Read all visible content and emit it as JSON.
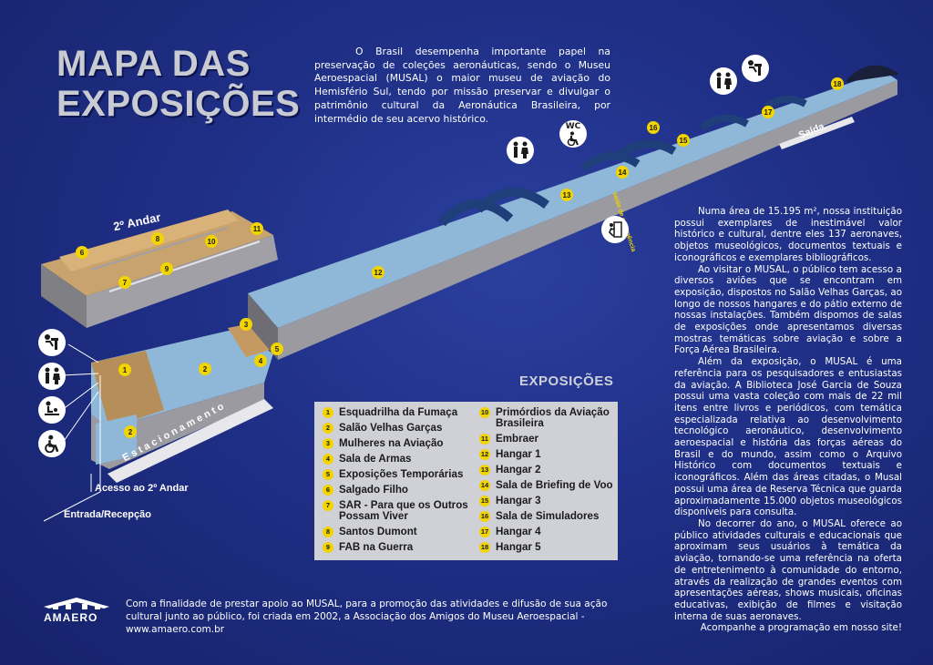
{
  "title": {
    "line1": "MAPA DAS",
    "line2": "EXPOSIÇÕES"
  },
  "intro": "O Brasil desempenha importante papel na preservação de coleções aeronáuticas, sendo o Museu Aeroespacial (MUSAL) o maior museu de aviação do Hemisfério Sul, tendo por missão preservar e divulgar o patrimônio cultural da Aeronáutica Brasileira, por intermédio de seu acervo histórico.",
  "body_paragraphs": [
    "Numa área de 15.195 m², nossa instituição possui exemplares de inestimável valor histórico e cultural, dentre eles 137 aeronaves, objetos museológicos, documentos textuais e iconográficos e exemplares bibliográficos.",
    "Ao visitar o MUSAL, o público tem acesso a diversos aviões que se encontram em exposição, dispostos no Salão Velhas Garças, ao longo de nossos hangares e do pátio externo de nossas instalações. Também dispomos de salas de exposições onde apresentamos diversas mostras temáticas sobre aviação e sobre a Força Aérea Brasileira.",
    "Além da exposição, o MUSAL é uma referência para os pesquisadores e entusiastas da aviação. A Biblioteca José Garcia de Souza possui uma vasta coleção com mais de 22 mil itens entre livros e periódicos, com temática especializada relativa ao desenvolvimento tecnológico aeronáutico, desenvolvimento aeroespacial e história das forças aéreas do Brasil e do mundo, assim como o Arquivo Histórico com documentos textuais e iconográficos. Além das áreas citadas, o Musal possui uma área de Reserva Técnica que guarda aproximadamente 15.000 objetos museológicos disponíveis para consulta.",
    "No decorrer do ano, o MUSAL oferece ao público atividades culturais e educacionais que aproximam seus usuários à temática da aviação, tornando-se uma referência na oferta de entretenimento à comunidade do entorno, através da realização de grandes eventos com apresentações aéreas, shows musicais, oficinas educativas, exibição de filmes e visitação interna de suas aeronaves.",
    "Acompanhe a programação em nosso site!"
  ],
  "legend": {
    "title": "EXPOSIÇÕES",
    "items": [
      {
        "n": "1",
        "label": "Esquadrilha da Fumaça"
      },
      {
        "n": "2",
        "label": "Salão Velhas Garças"
      },
      {
        "n": "3",
        "label": "Mulheres na Aviação"
      },
      {
        "n": "4",
        "label": "Sala de Armas"
      },
      {
        "n": "5",
        "label": "Exposições Temporárias"
      },
      {
        "n": "6",
        "label": "Salgado Filho"
      },
      {
        "n": "7",
        "label": "SAR - Para que os Outros Possam Viver"
      },
      {
        "n": "8",
        "label": "Santos Dumont"
      },
      {
        "n": "9",
        "label": "FAB na Guerra"
      },
      {
        "n": "10",
        "label": "Primórdios da Aviação Brasileira"
      },
      {
        "n": "11",
        "label": "Embraer"
      },
      {
        "n": "12",
        "label": "Hangar 1"
      },
      {
        "n": "13",
        "label": "Hangar 2"
      },
      {
        "n": "14",
        "label": "Sala de Briefing de Voo"
      },
      {
        "n": "15",
        "label": "Hangar 3"
      },
      {
        "n": "16",
        "label": "Sala de Simuladores"
      },
      {
        "n": "17",
        "label": "Hangar 4"
      },
      {
        "n": "18",
        "label": "Hangar 5"
      }
    ]
  },
  "map_labels": {
    "second_floor": "2º Andar",
    "parking": "Estacionamento",
    "access_2nd_floor": "Acesso ao 2º Andar",
    "entrance": "Entrada/Recepção",
    "exit": "Saída",
    "emergency_exit": "saída de emergência",
    "wc": "WC"
  },
  "footer": "Com a finalidade de prestar apoio ao MUSAL, para a promoção das atividades e difusão de sua ação cultural junto ao público, foi criada em 2002, a Associação dos Amigos do Museu Aeroespacial - www.amaero.com.br",
  "logo_text": "AMAERO",
  "colors": {
    "background": "#1f2f86",
    "marker": "#f1d400",
    "hangar": "#8fb8d8",
    "rooms": "#b58e5a",
    "legend_bg": "#d0d1d6"
  }
}
